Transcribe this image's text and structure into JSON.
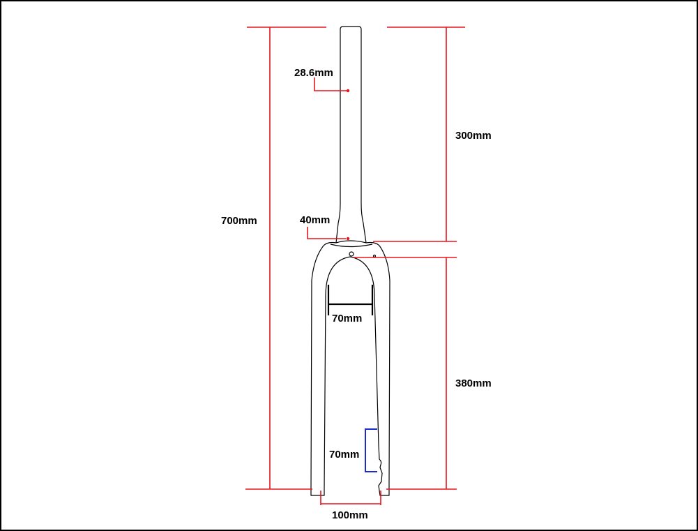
{
  "labels": {
    "steerer_diameter": "28.6mm",
    "crown_diameter": "40mm",
    "overall_length": "700mm",
    "steerer_length": "300mm",
    "crown_width": "70mm",
    "leg_length": "380mm",
    "dropout_slot": "70mm",
    "axle_spacing": "100mm"
  },
  "colors": {
    "dimension_line": "#e8141c",
    "slot_bracket": "#1b2bd0",
    "outline": "#000000",
    "background": "#ffffff"
  }
}
